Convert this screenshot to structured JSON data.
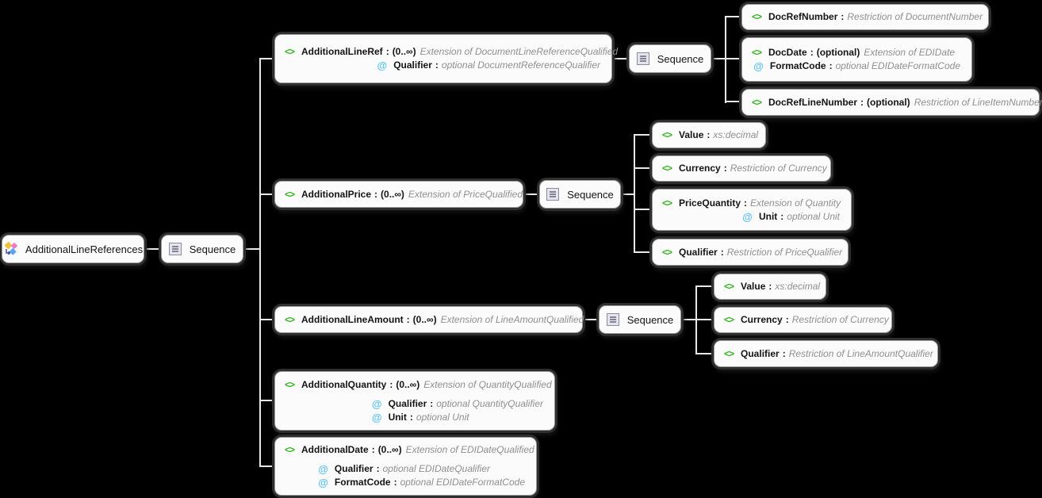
{
  "ui": {
    "separator": ":",
    "background": "#000000"
  },
  "icons": {
    "element": "<>",
    "attribute": "@"
  },
  "colors": {
    "element_icon": "#35b222",
    "attribute_icon": "#5cc3f5",
    "box_background": "#fbfbfb",
    "box_shadow_ring": "#2e2e2e",
    "connector_line": "#e8e8e8",
    "name_text": "#141414",
    "type_text": "#8f8f8f",
    "root_icon_yellow": "#f0c23c",
    "root_icon_pink": "#f078c8",
    "root_icon_blue": "#58a6f0"
  },
  "sequence_label": "Sequence",
  "nodes": {
    "root": {
      "label": "AdditionalLineReferences"
    },
    "b1": {
      "name": "AdditionalLineRef",
      "occurs": "(0..∞)",
      "type": "Extension of DocumentLineReferenceQualified",
      "attrs": [
        {
          "name": "Qualifier",
          "type": "optional DocumentReferenceQualifier"
        }
      ]
    },
    "c1a": {
      "name": "DocRefNumber",
      "type": "Restriction of DocumentNumber"
    },
    "c1b": {
      "name": "DocDate",
      "occurs": "(optional)",
      "type": "Extension of EDIDate",
      "attrs": [
        {
          "name": "FormatCode",
          "type": "optional EDIDateFormatCode"
        }
      ]
    },
    "c1c": {
      "name": "DocRefLineNumber",
      "occurs": "(optional)",
      "type": "Restriction of LineItemNumber"
    },
    "b2": {
      "name": "AdditionalPrice",
      "occurs": "(0..∞)",
      "type": "Extension of PriceQualified"
    },
    "c2a": {
      "name": "Value",
      "type": "xs:decimal"
    },
    "c2b": {
      "name": "Currency",
      "type": "Restriction of Currency"
    },
    "c2c": {
      "name": "PriceQuantity",
      "type": "Extension of Quantity",
      "attrs": [
        {
          "name": "Unit",
          "type": "optional Unit"
        }
      ]
    },
    "c2d": {
      "name": "Qualifier",
      "type": "Restriction of PriceQualifier"
    },
    "b3": {
      "name": "AdditionalLineAmount",
      "occurs": "(0..∞)",
      "type": "Extension of LineAmountQualified"
    },
    "c3a": {
      "name": "Value",
      "type": "xs:decimal"
    },
    "c3b": {
      "name": "Currency",
      "type": "Restriction of Currency"
    },
    "c3c": {
      "name": "Qualifier",
      "type": "Restriction of LineAmountQualifier"
    },
    "b4": {
      "name": "AdditionalQuantity",
      "occurs": "(0..∞)",
      "type": "Extension of QuantityQualified",
      "attrs": [
        {
          "name": "Qualifier",
          "type": "optional QuantityQualifier"
        },
        {
          "name": "Unit",
          "type": "optional Unit"
        }
      ]
    },
    "b5": {
      "name": "AdditionalDate",
      "occurs": "(0..∞)",
      "type": "Extension of EDIDateQualified",
      "attrs": [
        {
          "name": "Qualifier",
          "type": "optional EDIDateQualifier"
        },
        {
          "name": "FormatCode",
          "type": "optional EDIDateFormatCode"
        }
      ]
    }
  }
}
